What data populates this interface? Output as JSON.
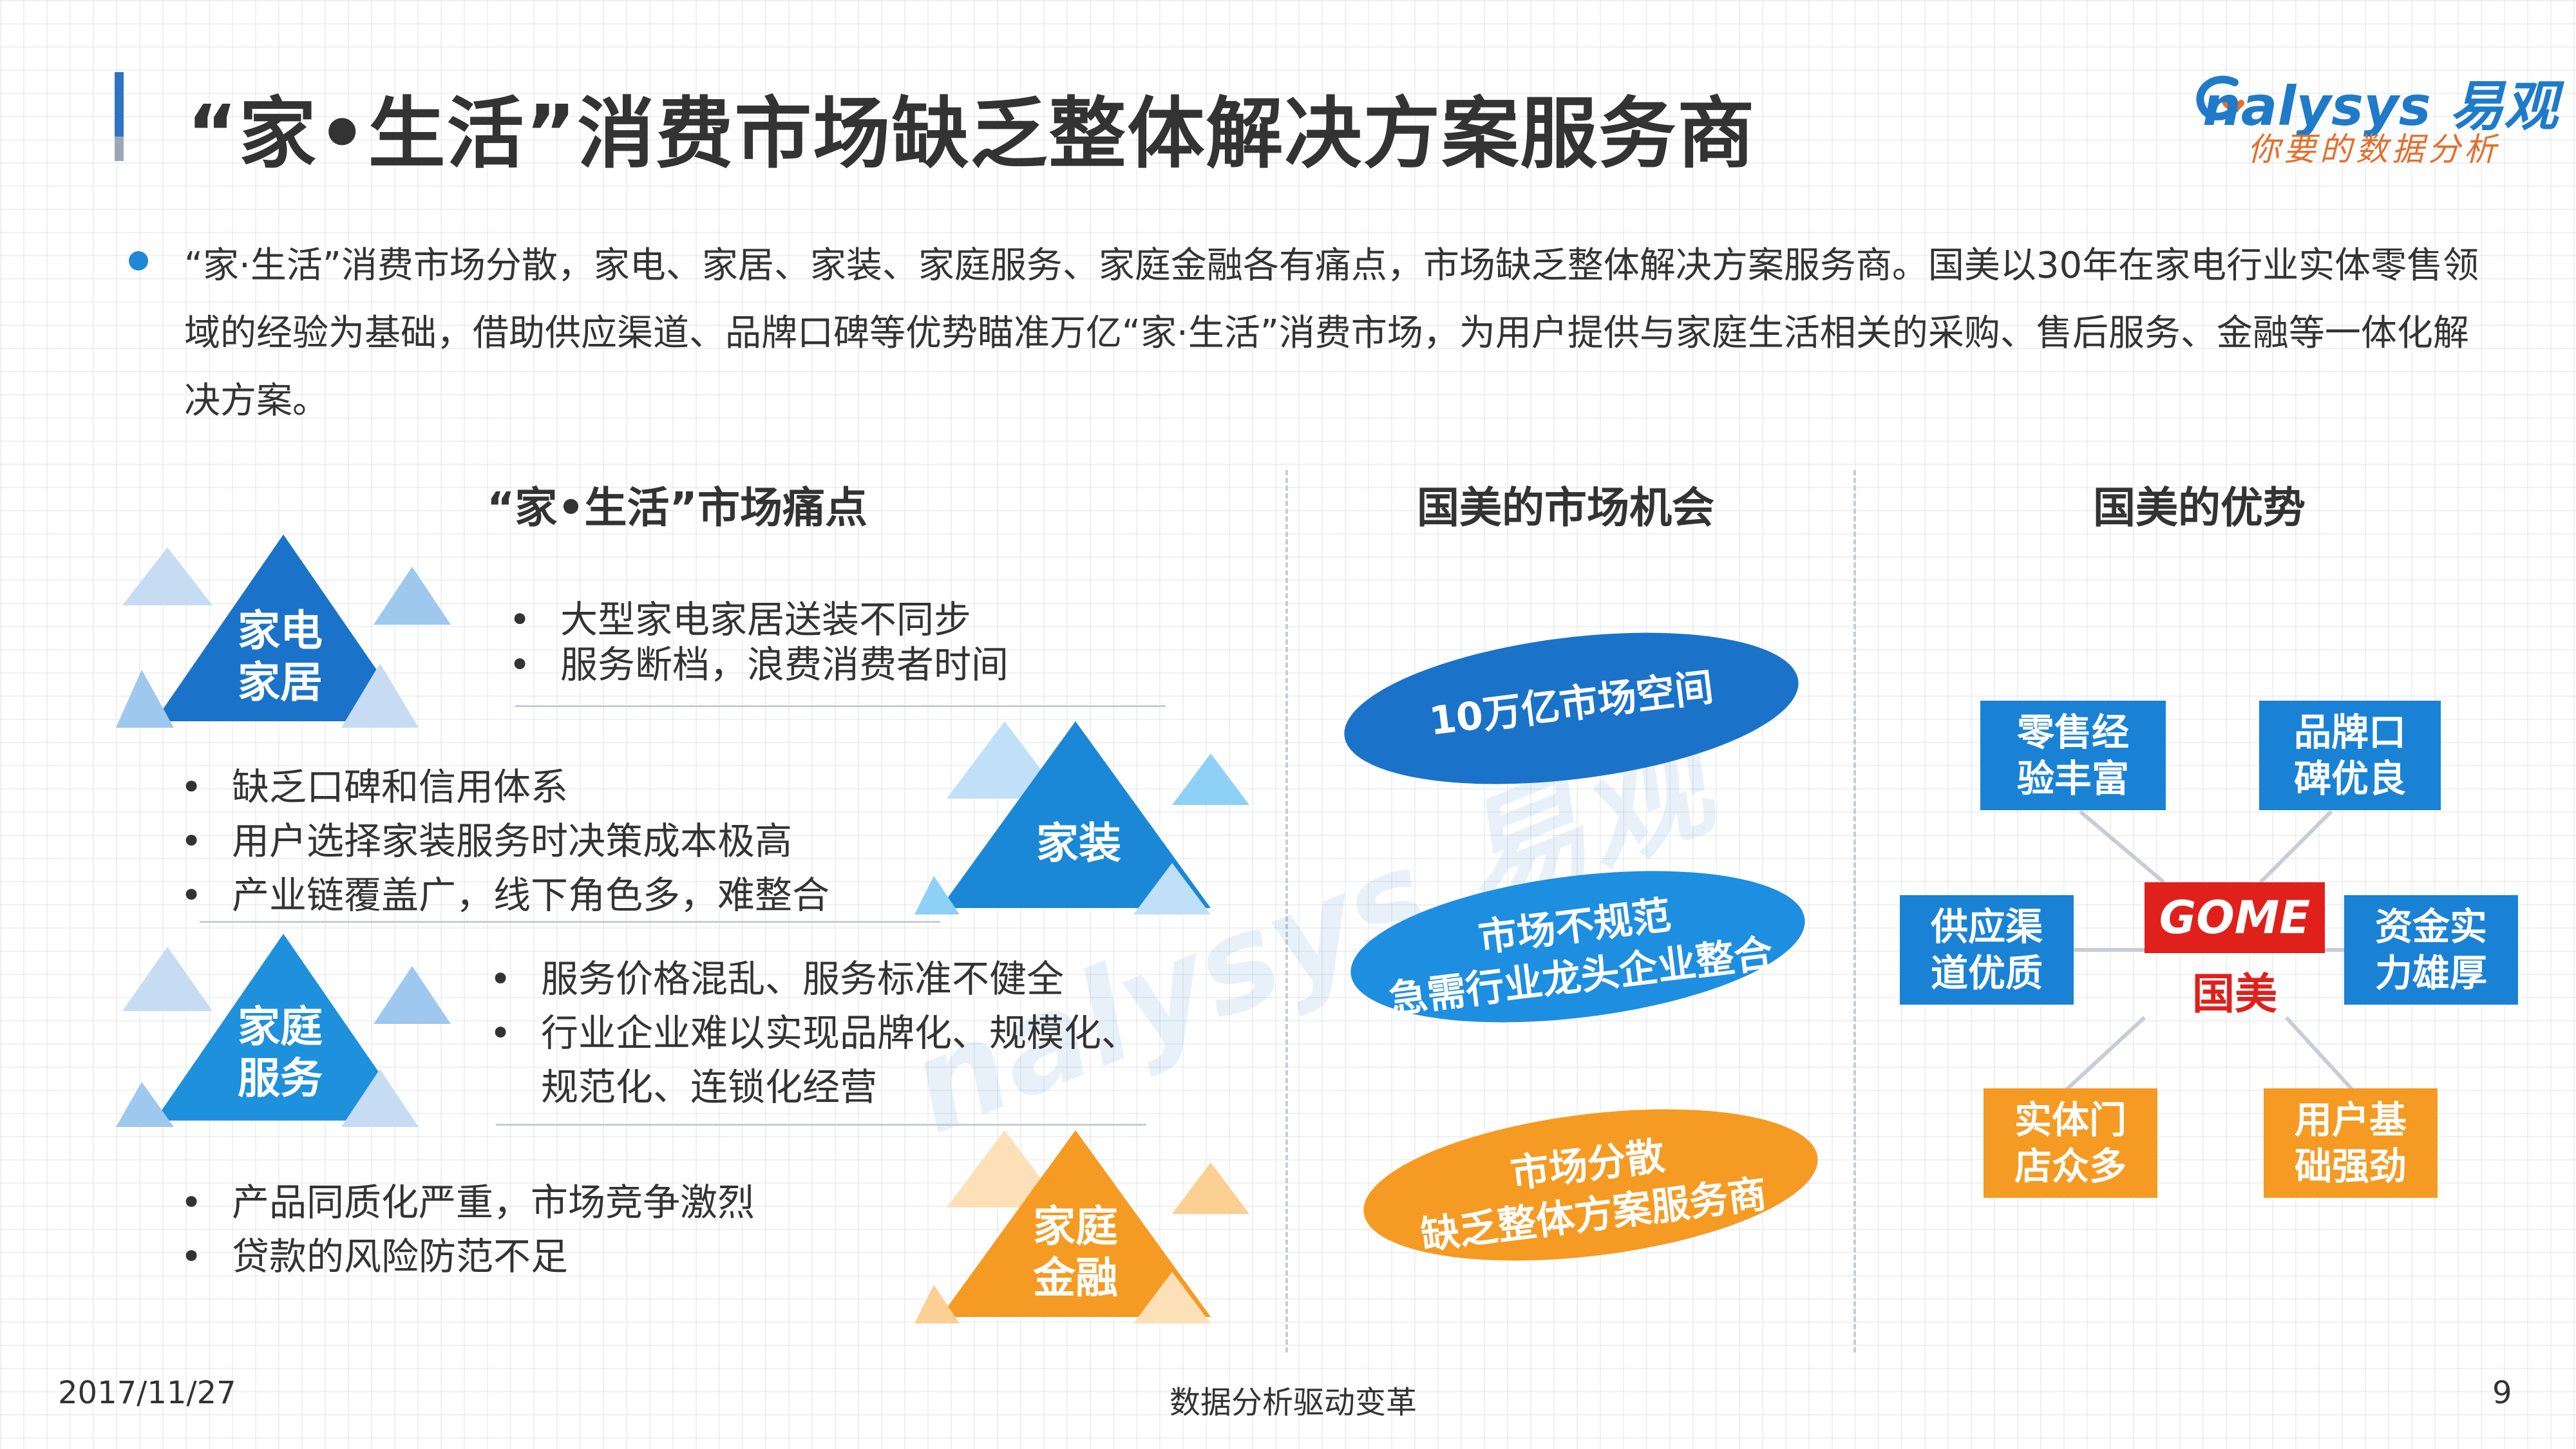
{
  "header": {
    "title": "“家•生活”消费市场缺乏整体解决方案服务商",
    "logo_text": "nalysys 易观",
    "logo_slogan": "你要的数据分析"
  },
  "intro": {
    "text": "“家·生活”消费市场分散，家电、家居、家装、家庭服务、家庭金融各有痛点，市场缺乏整体解决方案服务商。国美以30年在家电行业实体零售领域的经验为基础，借助供应渠道、品牌口碑等优势瞄准万亿“家·生活”消费市场，为用户提供与家庭生活相关的采购、售后服务、金融等一体化解决方案。"
  },
  "columns": {
    "pain_title": "“家•生活”市场痛点",
    "opportunity_title": "国美的市场机会",
    "advantage_title": "国美的优势"
  },
  "pain_points": [
    {
      "label_line1": "家电",
      "label_line2": "家居",
      "color": "#1a73c8",
      "items": [
        "大型家电家居送装不同步",
        "服务断档，浪费消费者时间"
      ]
    },
    {
      "label_line1": "家装",
      "label_line2": "",
      "color": "#1a88d6",
      "items": [
        "缺乏口碑和信用体系",
        "用户选择家装服务时决策成本极高",
        "产业链覆盖广，线下角色多，难整合"
      ]
    },
    {
      "label_line1": "家庭",
      "label_line2": "服务",
      "color": "#1e90dc",
      "items": [
        "服务价格混乱、服务标准不健全",
        "行业企业难以实现品牌化、规模化、",
        "规范化、连锁化经营"
      ]
    },
    {
      "label_line1": "家庭",
      "label_line2": "金融",
      "color": "#f59a22",
      "items": [
        "产品同质化严重，市场竞争激烈",
        "贷款的风险防范不足"
      ]
    }
  ],
  "bullet_symbol": "•",
  "opportunities": [
    {
      "line1": "10万亿市场空间",
      "line2": "",
      "color": "#1a73c8"
    },
    {
      "line1": "市场不规范",
      "line2": "急需行业龙头企业整合",
      "color": "#1e8ee0"
    },
    {
      "line1": "市场分散",
      "line2": "缺乏整体方案服务商",
      "color": "#f59a22"
    }
  ],
  "advantages": [
    {
      "line1": "零售经",
      "line2": "验丰富",
      "color": "blue"
    },
    {
      "line1": "品牌口",
      "line2": "碑优良",
      "color": "blue"
    },
    {
      "line1": "供应渠",
      "line2": "道优质",
      "color": "blue"
    },
    {
      "line1": "资金实",
      "line2": "力雄厚",
      "color": "blue"
    },
    {
      "line1": "实体门",
      "line2": "店众多",
      "color": "orange"
    },
    {
      "line1": "用户基",
      "line2": "础强劲",
      "color": "orange"
    }
  ],
  "gome": {
    "wordmark": "GOME",
    "chinese": "国美"
  },
  "footer": {
    "date": "2017/11/27",
    "center": "数据分析驱动变革",
    "page": "9"
  }
}
